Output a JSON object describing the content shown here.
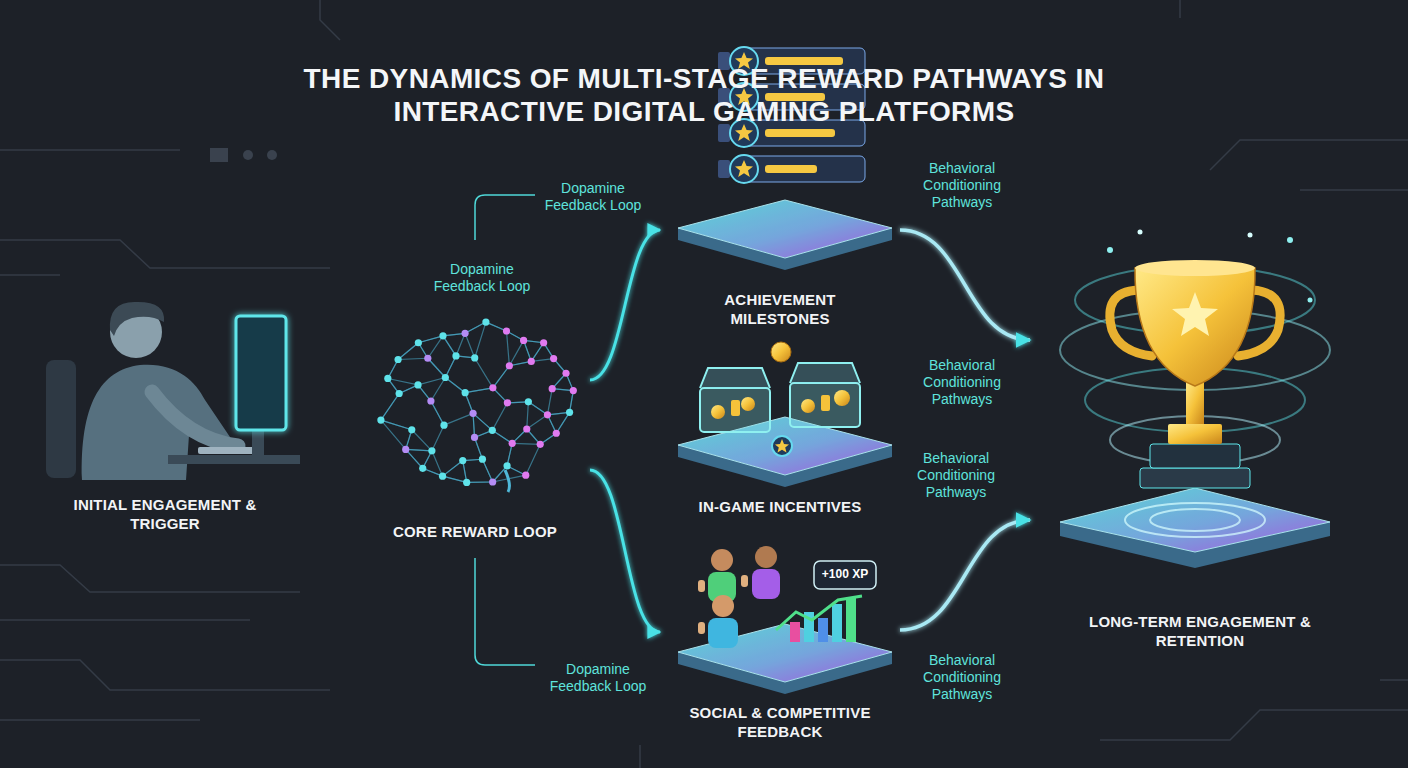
{
  "diagram": {
    "title": "THE DYNAMICS OF MULTI-STAGE REWARD PATHWAYS IN INTERACTIVE DIGITAL GAMING PLATFORMS",
    "nodes": [
      {
        "text": [
          "INITIAL ENGAGEMENT & TRIGGER"
        ]
      },
      {
        "text": [
          "CORE REWARD LOOP"
        ]
      },
      {
        "text": [
          "ACHIEVEMENT MILESTONES"
        ]
      },
      {
        "text": [
          "IN-GAME INCENTIVES"
        ]
      },
      {
        "text": [
          "SOCIAL & COMPETITIVE FEEDBACK"
        ]
      },
      {
        "text": [
          "LONG-TERM ENGAGEMENT & RETENTION"
        ]
      }
    ],
    "edges": [
      {
        "from": 0,
        "to": 1,
        "arrow": "to"
      },
      {
        "from": 1,
        "to": 2,
        "arrow": "to"
      },
      {
        "from": 1,
        "to": 3,
        "arrow": "to"
      },
      {
        "from": 1,
        "to": 4,
        "arrow": "to"
      },
      {
        "from": 2,
        "to": 5,
        "arrow": "to"
      },
      {
        "from": 3,
        "to": 5,
        "arrow": "to"
      },
      {
        "from": 4,
        "to": 5,
        "arrow": "to"
      }
    ],
    "labels": [
      "Dopamine Feedback Loop",
      "Dopamine Feedback Loop",
      "Dopamine Feedback Loop",
      "Behavioral Conditioning Pathways",
      "Behavioral Conditioning Pathways",
      "Behavioral Conditioning Pathways",
      "Behavioral Conditioning Pathways",
      "+100 XP"
    ]
  }
}
